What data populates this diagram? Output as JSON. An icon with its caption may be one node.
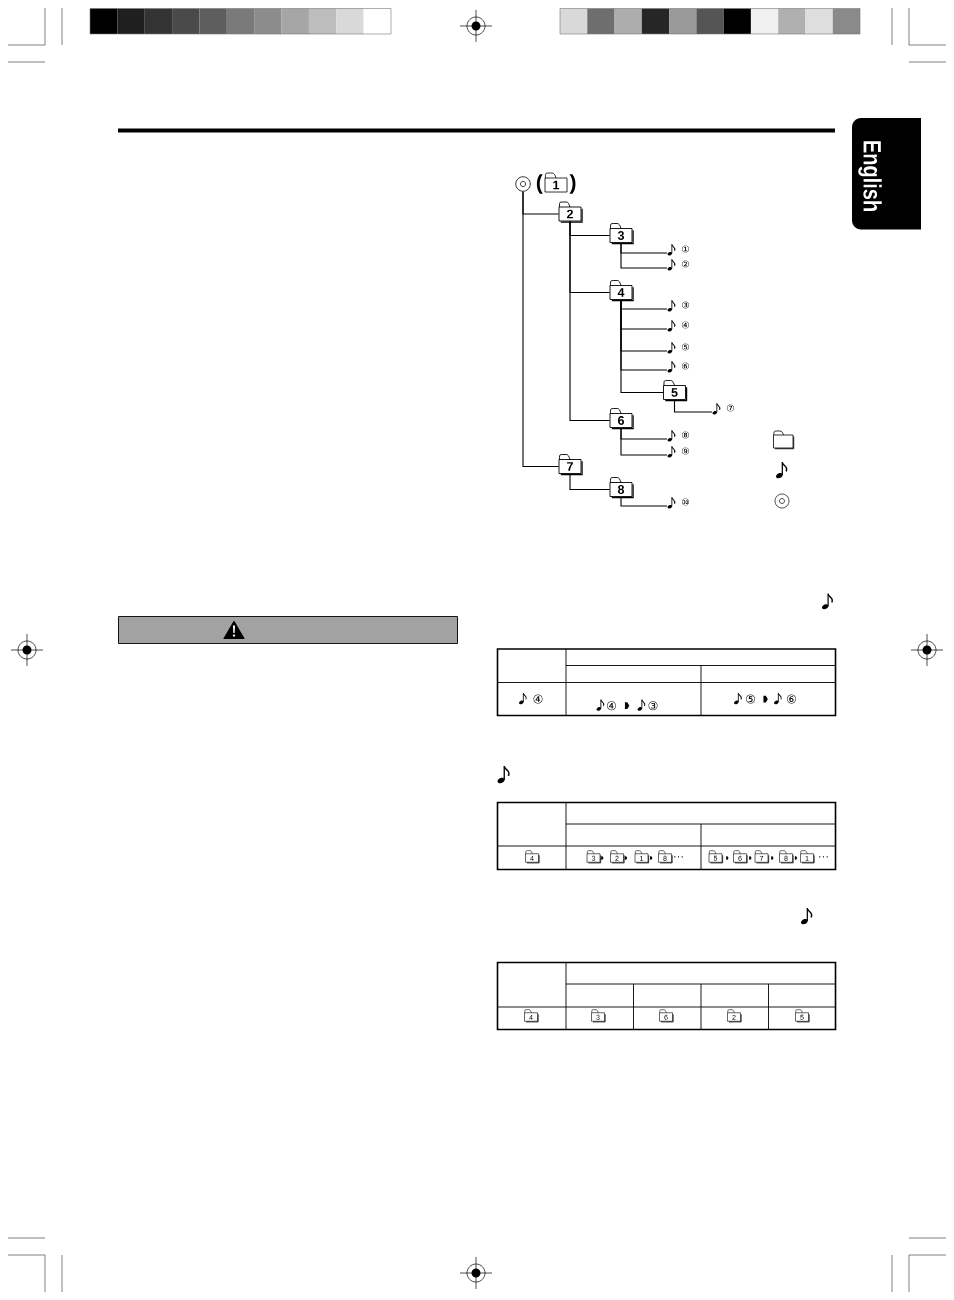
{
  "diagram": {
    "nodes": [
      {
        "text": [],
        "shape": "circle"
      },
      {
        "text": [
          "1"
        ],
        "beside": [
          "(",
          ")"
        ]
      },
      {
        "text": [
          "2"
        ]
      },
      {
        "text": [
          "3"
        ]
      },
      {
        "text": [
          "①"
        ]
      },
      {
        "text": [
          "②"
        ]
      },
      {
        "text": [
          "4"
        ]
      },
      {
        "text": [
          "③"
        ]
      },
      {
        "text": [
          "④"
        ]
      },
      {
        "text": [
          "⑤"
        ]
      },
      {
        "text": [
          "⑥"
        ]
      },
      {
        "text": [
          "5"
        ]
      },
      {
        "text": [
          "⑦"
        ]
      },
      {
        "text": [
          "6"
        ]
      },
      {
        "text": [
          "⑧"
        ]
      },
      {
        "text": [
          "⑨"
        ]
      },
      {
        "text": [
          "7"
        ]
      },
      {
        "text": [
          "8"
        ]
      },
      {
        "text": [
          "⑩"
        ]
      },
      {
        "text": [
          "English"
        ]
      }
    ],
    "edges": [
      {
        "from": 0,
        "to": 2,
        "arrow": "none"
      },
      {
        "from": 2,
        "to": 3,
        "arrow": "none"
      },
      {
        "from": 3,
        "to": 4,
        "arrow": "none"
      },
      {
        "from": 3,
        "to": 5,
        "arrow": "none"
      },
      {
        "from": 2,
        "to": 6,
        "arrow": "none"
      },
      {
        "from": 6,
        "to": 7,
        "arrow": "none"
      },
      {
        "from": 6,
        "to": 8,
        "arrow": "none"
      },
      {
        "from": 6,
        "to": 9,
        "arrow": "none"
      },
      {
        "from": 6,
        "to": 10,
        "arrow": "none"
      },
      {
        "from": 6,
        "to": 11,
        "arrow": "none"
      },
      {
        "from": 11,
        "to": 12,
        "arrow": "none"
      },
      {
        "from": 2,
        "to": 13,
        "arrow": "none"
      },
      {
        "from": 13,
        "to": 14,
        "arrow": "none"
      },
      {
        "from": 13,
        "to": 15,
        "arrow": "none"
      },
      {
        "from": 0,
        "to": 16,
        "arrow": "none"
      },
      {
        "from": 16,
        "to": 17,
        "arrow": "none"
      },
      {
        "from": 17,
        "to": 18,
        "arrow": "none"
      }
    ],
    "labels": [
      "④",
      "④",
      "③",
      "⑤",
      "⑥",
      "4",
      "3",
      "2",
      "1",
      "8",
      "···",
      "5",
      "6",
      "7",
      "8",
      "1",
      "···",
      "4",
      "3",
      "6",
      "2",
      "5"
    ]
  }
}
